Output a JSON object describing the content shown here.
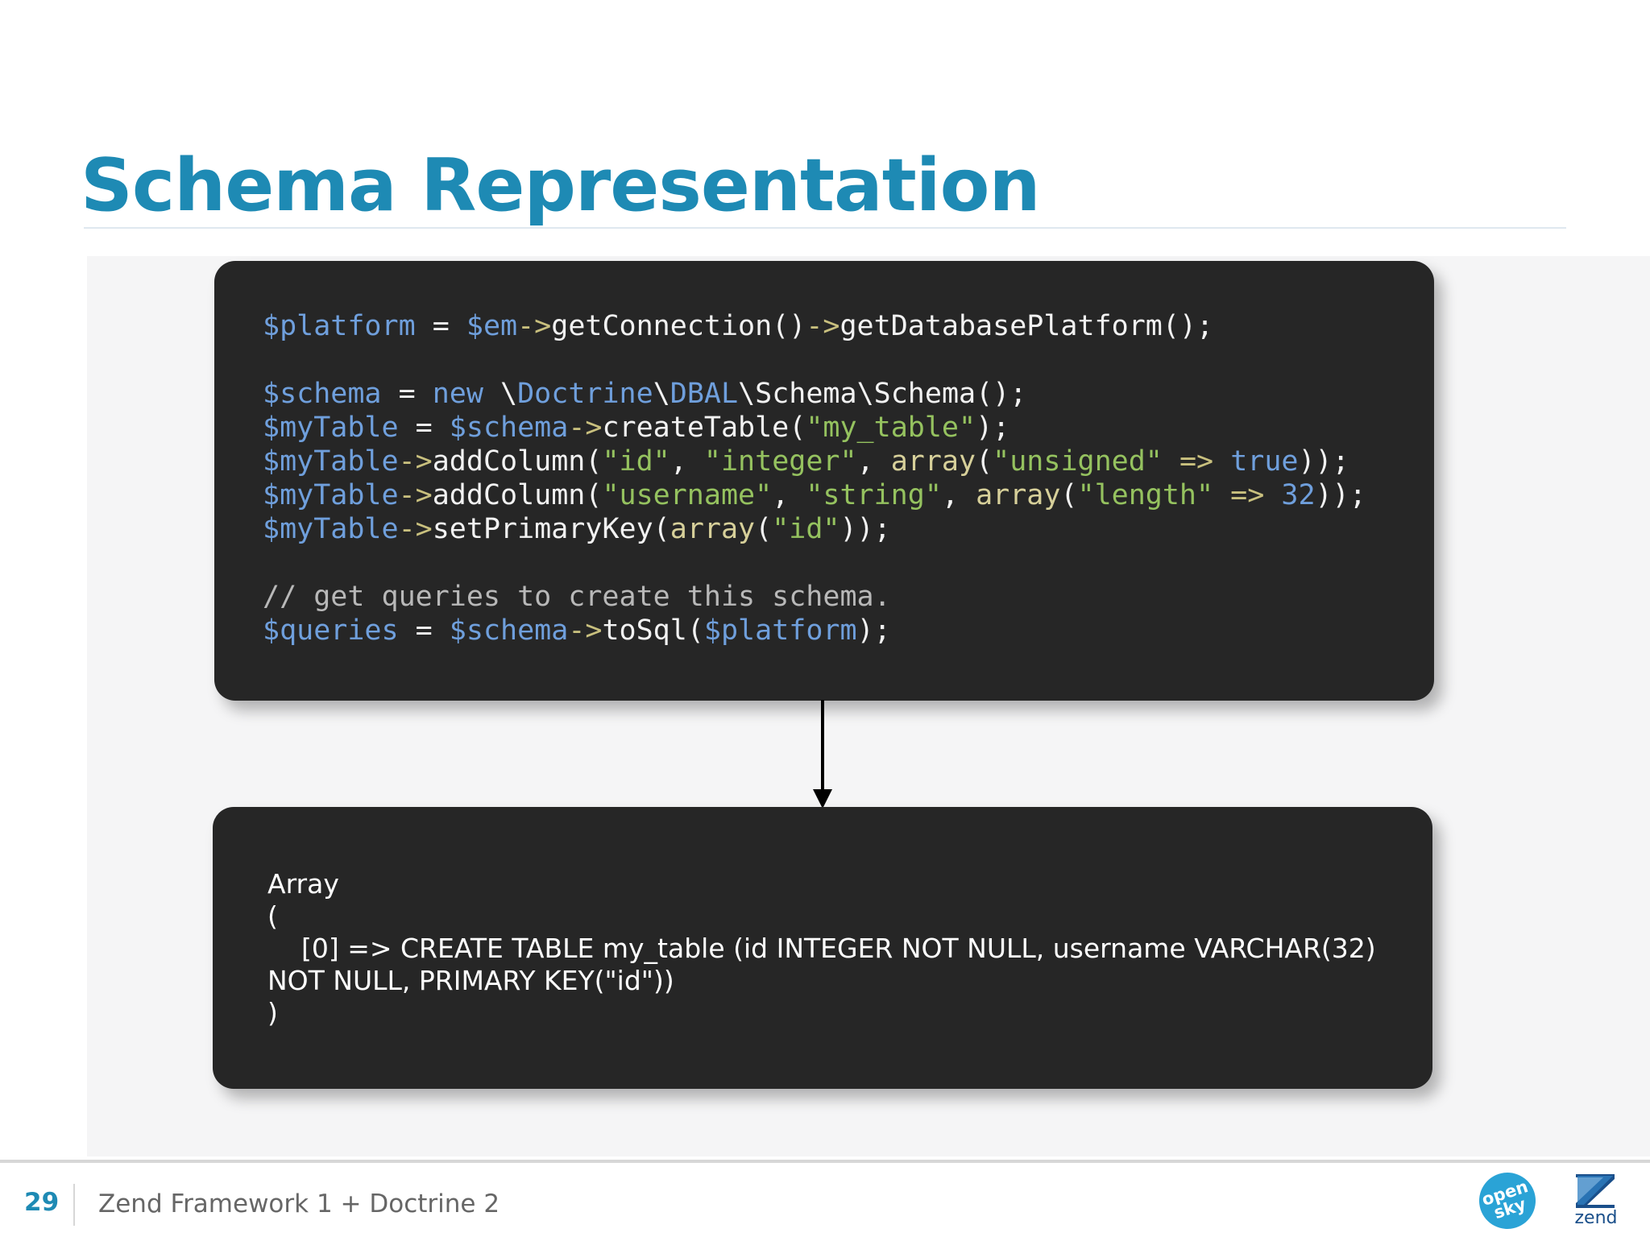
{
  "slide": {
    "title": "Schema Representation",
    "code_lines": [
      "$platform = $em->getConnection()->getDatabasePlatform();",
      "",
      "$schema = new \\Doctrine\\DBAL\\Schema\\Schema();",
      "$myTable = $schema->createTable(\"my_table\");",
      "$myTable->addColumn(\"id\", \"integer\", array(\"unsigned\" => true));",
      "$myTable->addColumn(\"username\", \"string\", array(\"length\" => 32));",
      "$myTable->setPrimaryKey(array(\"id\"));",
      "",
      "// get queries to create this schema.",
      "$queries = $schema->toSql($platform);"
    ],
    "output_lines": [
      "Array",
      "(",
      "    [0] => CREATE TABLE my_table (id INTEGER NOT NULL, username VARCHAR(32) NOT NULL, PRIMARY KEY(\"id\"))",
      ")"
    ]
  },
  "footer": {
    "page_number": "29",
    "text": "Zend Framework 1 + Doctrine 2"
  },
  "logos": {
    "opensky_label": "open sky",
    "zend_label": "zend"
  },
  "colors": {
    "title": "#1e8ab4",
    "panel_background": "#262626",
    "code_variable": "#6f9fdc",
    "code_string": "#95c25f",
    "code_function": "#d7d09a",
    "code_comment": "#b8b8b8"
  }
}
